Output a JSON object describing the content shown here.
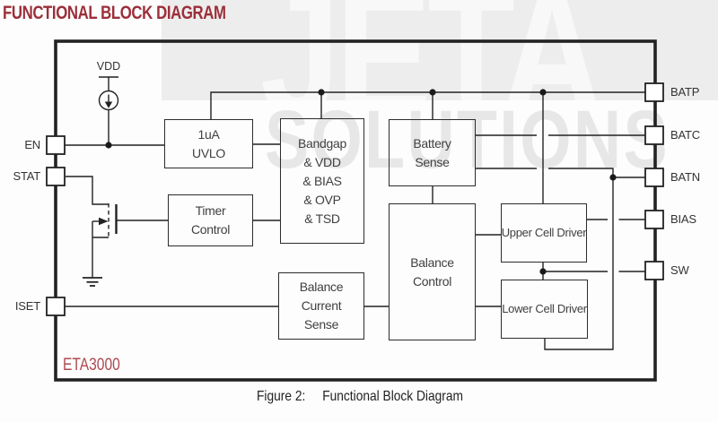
{
  "title": "FUNCTIONAL BLOCK DIAGRAM",
  "watermark": {
    "line1": "JETA",
    "line2": "SOLUTIONS"
  },
  "chip": {
    "name": "ETA3000",
    "vdd_label": "VDD"
  },
  "pins": {
    "left": [
      {
        "name": "EN"
      },
      {
        "name": "STAT"
      },
      {
        "name": "ISET"
      }
    ],
    "right": [
      {
        "name": "BATP"
      },
      {
        "name": "BATC"
      },
      {
        "name": "BATN"
      },
      {
        "name": "BIAS"
      },
      {
        "name": "SW"
      }
    ]
  },
  "blocks": {
    "uvlo": {
      "lines": [
        "1uA",
        "UVLO"
      ]
    },
    "bandgap": {
      "lines": [
        "Bandgap",
        "& VDD",
        "& BIAS",
        "& OVP",
        "& TSD"
      ]
    },
    "battery_sense": {
      "lines": [
        "Battery",
        "Sense"
      ]
    },
    "timer": {
      "lines": [
        "Timer",
        "Control"
      ]
    },
    "balance_control": {
      "lines": [
        "Balance",
        "Control"
      ]
    },
    "upper_driver": {
      "lines": [
        "Upper Cell Driver"
      ]
    },
    "lower_driver": {
      "lines": [
        "Lower Cell Driver"
      ]
    },
    "balance_current_sense": {
      "lines": [
        "Balance",
        "Current",
        "Sense"
      ]
    }
  },
  "caption": {
    "label": "Figure 2:",
    "text": "Functional Block Diagram"
  },
  "colors": {
    "accent_red": "#9c2f3a",
    "wire": "#222222"
  }
}
